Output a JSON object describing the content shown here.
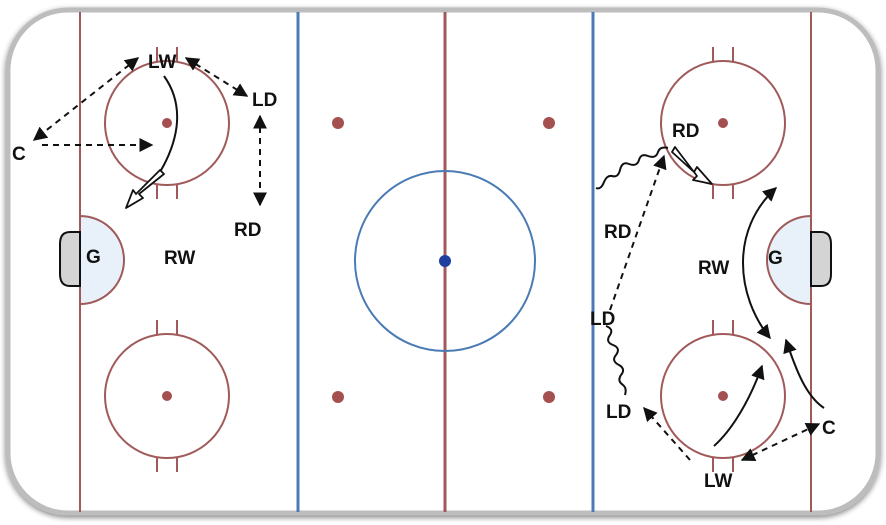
{
  "colors": {
    "board": "#bdbdbd",
    "ice": "#ffffff",
    "red_line": "#a05a5a",
    "blue_line": "#4a7bb5",
    "dot": "#a55050",
    "faceoff_spot": "#1f3f9f",
    "crease_fill": "#e8f1fa",
    "net_fill": "#d4d4d4",
    "arrow": "#111111"
  },
  "labels": {
    "left_zone": {
      "lw": "LW",
      "ld": "LD",
      "c": "C",
      "rd": "RD",
      "g": "G",
      "rw": "RW"
    },
    "right_zone": {
      "rd_top": "RD",
      "rd": "RD",
      "g": "G",
      "rw": "RW",
      "ld_top": "LD",
      "ld": "LD",
      "c": "C",
      "lw": "LW"
    }
  }
}
